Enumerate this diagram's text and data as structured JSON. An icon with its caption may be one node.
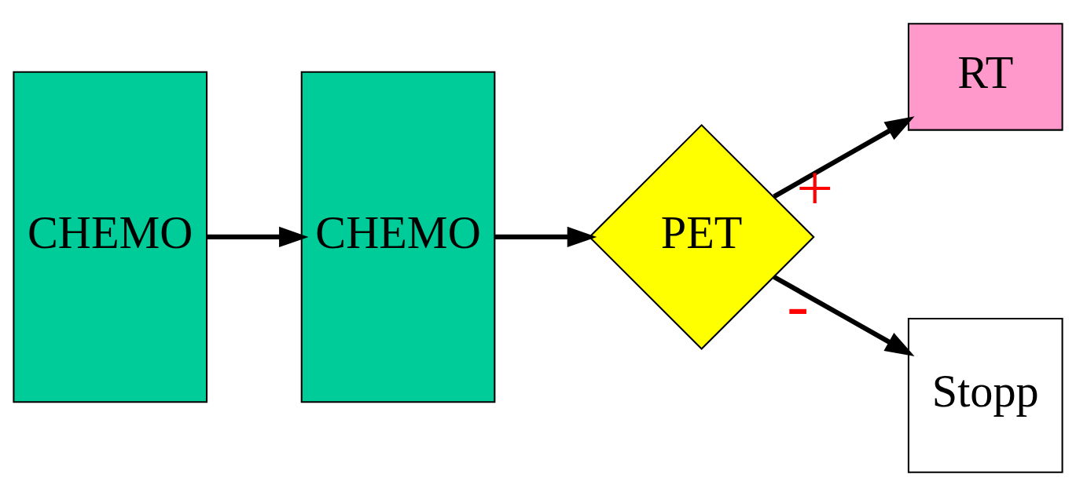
{
  "diagram": {
    "nodes": [
      {
        "text": [
          "CHEMO"
        ]
      },
      {
        "text": [
          "CHEMO"
        ]
      },
      {
        "text": [
          "PET"
        ]
      },
      {
        "text": [
          "RT"
        ]
      },
      {
        "text": [
          "Stopp"
        ]
      }
    ],
    "edges": [
      {
        "from": 0,
        "to": 1,
        "arrow": "to"
      },
      {
        "from": 1,
        "to": 2,
        "arrow": "to"
      },
      {
        "from": 2,
        "to": 3,
        "arrow": "to",
        "label": "+"
      },
      {
        "from": 2,
        "to": 4,
        "arrow": "to",
        "label": "-"
      }
    ]
  }
}
